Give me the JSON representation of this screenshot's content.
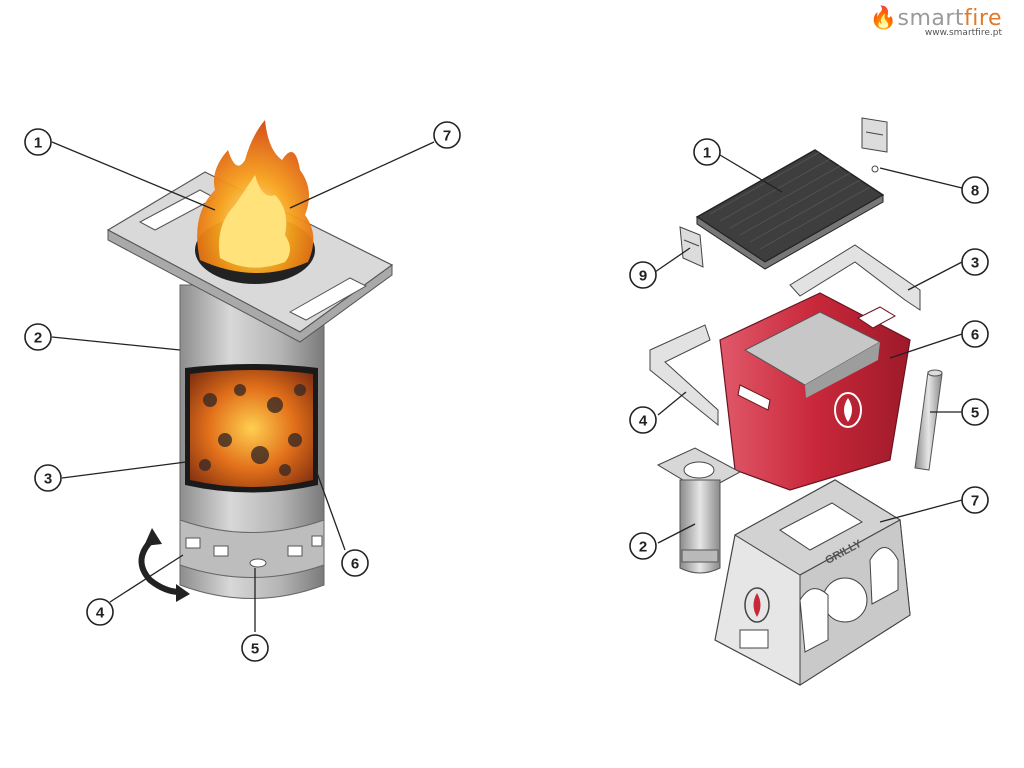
{
  "brand": {
    "name_part1": "smart",
    "name_part2": "fire",
    "url": "www.smartfire.pt",
    "colors": {
      "accent": "#e07a2a",
      "grey": "#9a9a9a"
    }
  },
  "colors": {
    "steel": "#c9c9c9",
    "red_box": "#c8283a",
    "flame": "#f59a1c",
    "embers": "#b7421a"
  },
  "left_callouts": [
    {
      "label": "1"
    },
    {
      "label": "2"
    },
    {
      "label": "3"
    },
    {
      "label": "4"
    },
    {
      "label": "5"
    },
    {
      "label": "6"
    },
    {
      "label": "7"
    }
  ],
  "right_callouts": [
    {
      "label": "1"
    },
    {
      "label": "2"
    },
    {
      "label": "3"
    },
    {
      "label": "4"
    },
    {
      "label": "5"
    },
    {
      "label": "6"
    },
    {
      "label": "7"
    },
    {
      "label": "8"
    },
    {
      "label": "9"
    }
  ],
  "stand_logo": "GRILLY"
}
